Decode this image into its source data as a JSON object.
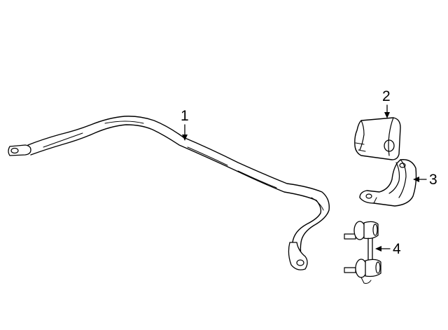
{
  "callouts": [
    {
      "label": "1",
      "part": "stabilizer-bar"
    },
    {
      "label": "2",
      "part": "bushing"
    },
    {
      "label": "3",
      "part": "bracket"
    },
    {
      "label": "4",
      "part": "link"
    }
  ],
  "colors": {
    "ink": "#000000",
    "background": "#ffffff"
  }
}
